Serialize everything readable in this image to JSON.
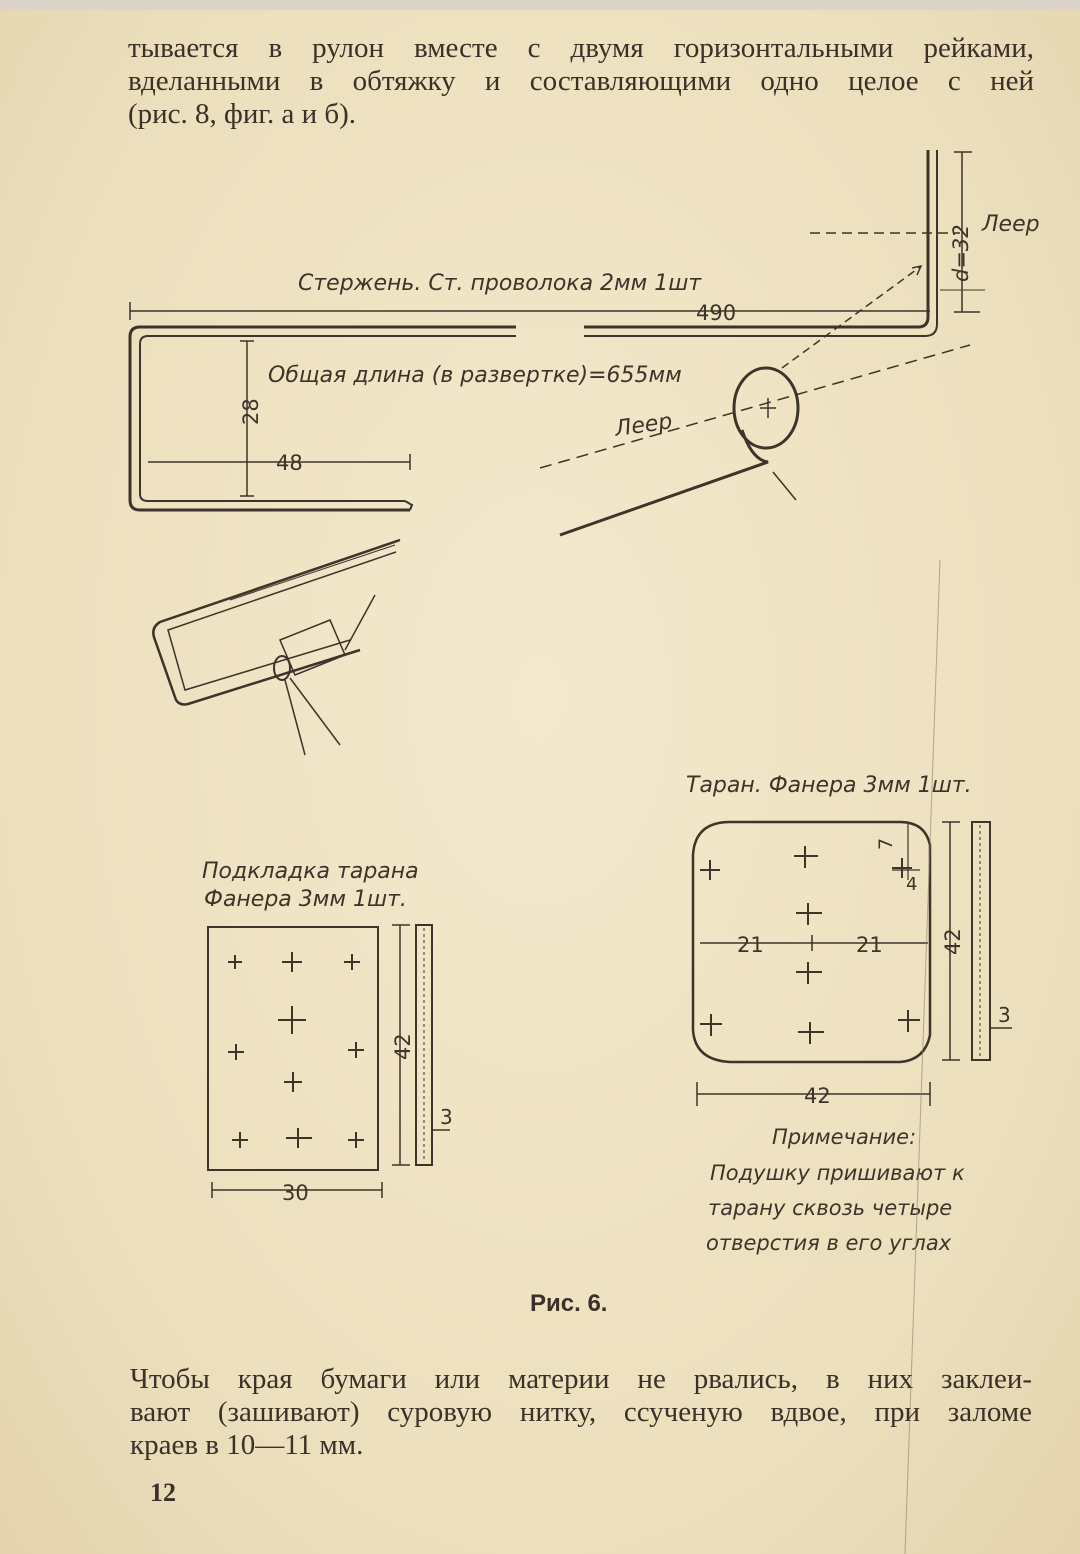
{
  "text": {
    "top_lines": [
      "тывается в рулон вместе с двумя горизонтальными рейками,",
      "вделанными в обтяжку и составляющими одно целое с ней",
      "(рис. 8, фиг. а и б)."
    ],
    "bottom_lines": [
      "Чтобы края бумаги или материи не рвались, в них заклеи-",
      "вают (зашивают) суровую нитку, ссученую вдвое, при заломе",
      "краев в 10—11 мм."
    ],
    "caption": "Рис. 6.",
    "page_number": "12"
  },
  "figure": {
    "rod_label": "Стержень. Ст. проволока 2мм 1шт",
    "total_length_label": "Общая длина (в развертке)=655мм",
    "dim_490": "490",
    "dim_28": "28",
    "dim_48": "48",
    "dim_d32": "d=32",
    "leer_top": "Леер",
    "leer_mid": "Леер",
    "pad_title_1": "Подкладка тарана",
    "pad_title_2": "Фанера 3мм 1шт.",
    "pad_dim_42": "42",
    "pad_dim_3": "3",
    "pad_dim_30": "30",
    "ram_title": "Таран. Фанера 3мм 1шт.",
    "ram_dim_7": "7",
    "ram_dim_4": "4",
    "ram_dim_21_left": "21",
    "ram_dim_21_right": "21",
    "ram_dim_42_side": "42",
    "ram_dim_3": "3",
    "ram_dim_42_bottom": "42",
    "note_title": "Примечание:",
    "note_1": "Подушку пришивают к",
    "note_2": "тарану сквозь четыре",
    "note_3": "отверстия в его углах"
  },
  "colors": {
    "paper": "#efe3c4",
    "ink": "#3b3128"
  }
}
